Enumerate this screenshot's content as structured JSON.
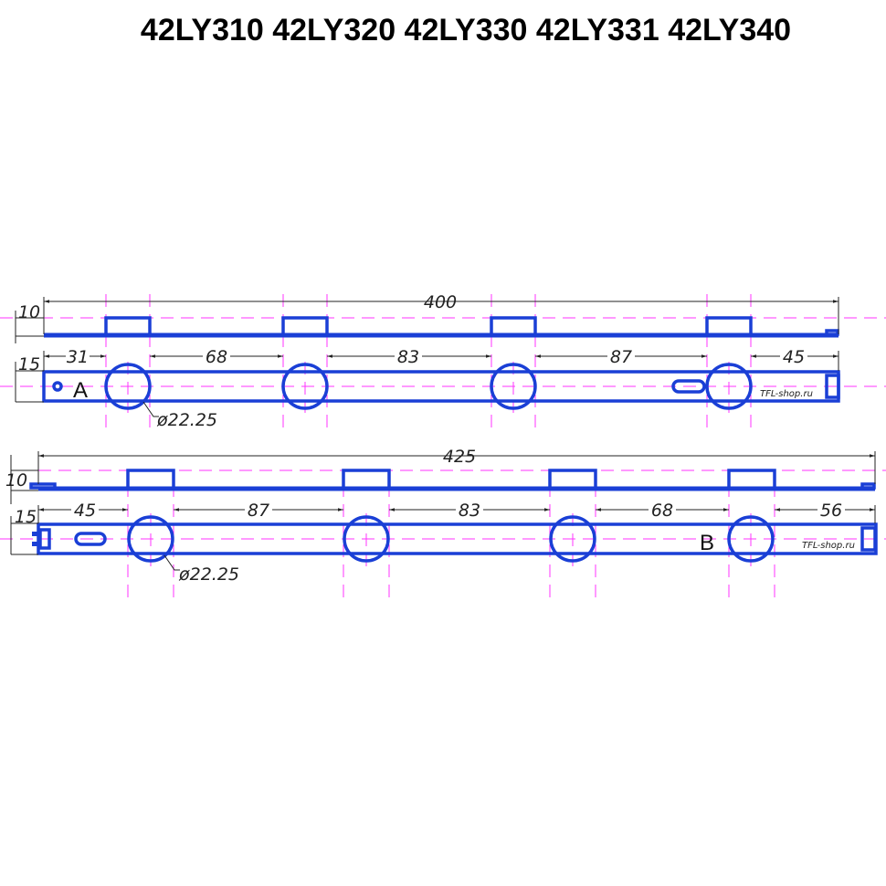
{
  "title": "42LY310 42LY320 42LY330 42LY331 42LY340",
  "part_a": {
    "overall_length": "400",
    "height_side": "10",
    "width_top": "15",
    "dims": [
      "31",
      "68",
      "83",
      "87",
      "45"
    ],
    "hole_diameter": "ø22.25",
    "label": "A",
    "watermark": "TFL-shop.ru"
  },
  "part_b": {
    "overall_length": "425",
    "height_side": "10",
    "width_top": "15",
    "dims": [
      "45",
      "87",
      "83",
      "68",
      "56"
    ],
    "hole_diameter": "ø22.25",
    "label": "B",
    "watermark": "TFL-shop.ru"
  },
  "colors": {
    "part": "#1a3fd6",
    "centerline": "#ff33ff",
    "dimension": "#222222"
  }
}
